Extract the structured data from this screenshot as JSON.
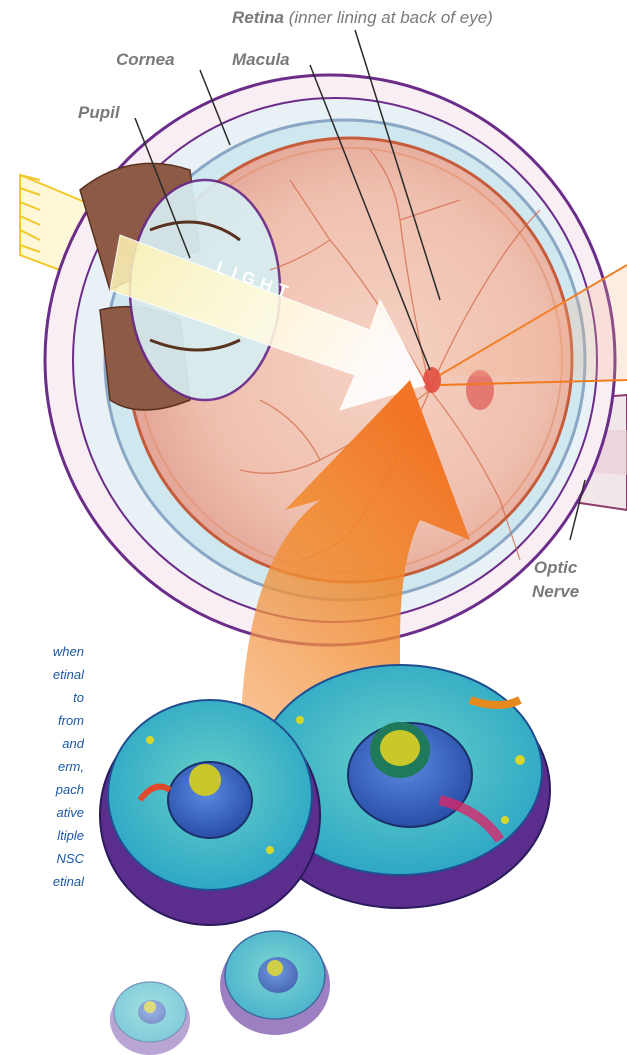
{
  "labels": {
    "retina_name": "Retina",
    "retina_desc": "(inner lining at back of eye)",
    "cornea": "Cornea",
    "macula": "Macula",
    "pupil": "Pupil",
    "light": "LIGHT",
    "optic_nerve_1": "Optic",
    "optic_nerve_2": "Nerve"
  },
  "side_text": "when\netinal\nto\nfrom\nand\nerm,\npach\native\nltiple\nNSC\netinal",
  "colors": {
    "label_gray": "#7a7a7a",
    "text_blue": "#1a57a8",
    "eye_outline": "#6b2c8a",
    "arrow_orange": "#f07a1c",
    "light_yellow": "#f5d33a"
  }
}
